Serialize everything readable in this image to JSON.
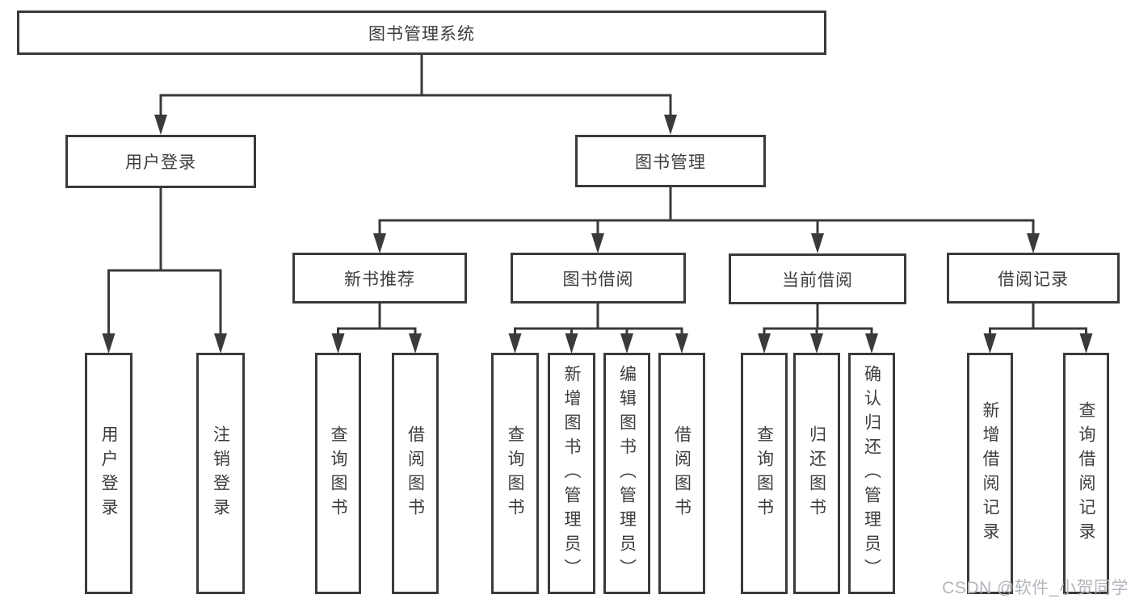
{
  "diagram": {
    "title": "图书管理系统",
    "branches": [
      {
        "label": "用户登录",
        "children": [
          "用户登录",
          "注销登录"
        ]
      },
      {
        "label": "图书管理",
        "modules": [
          {
            "label": "新书推荐",
            "children": [
              "查询图书",
              "借阅图书"
            ]
          },
          {
            "label": "图书借阅",
            "children": [
              "查询图书",
              "新增图书（管理员）",
              "编辑图书（管理员）",
              "借阅图书"
            ]
          },
          {
            "label": "当前借阅",
            "children": [
              "查询图书",
              "归还图书",
              "确认归还（管理员）"
            ]
          },
          {
            "label": "借阅记录",
            "children": [
              "新增借阅记录",
              "查询借阅记录"
            ]
          }
        ]
      }
    ]
  },
  "watermark": "CSDN @软件_小贺同学",
  "colors": {
    "line": "#3a3a3a",
    "text": "#3d3d3d",
    "watermark": "#b1b5bb",
    "background": "#ffffff"
  }
}
